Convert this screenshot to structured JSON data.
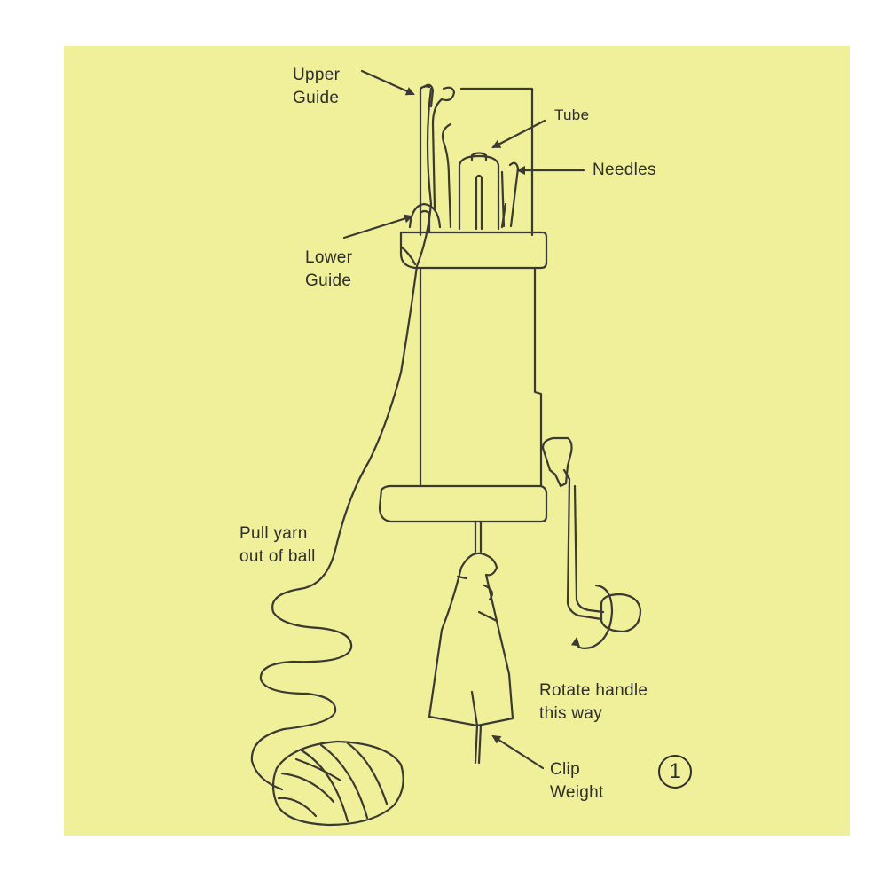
{
  "labels": {
    "upper_guide": [
      "Upper",
      "Guide"
    ],
    "tube": "Tube",
    "needles": "Needles",
    "lower_guide": [
      "Lower",
      "Guide"
    ],
    "pull_yarn": [
      "Pull yarn",
      "out of ball"
    ],
    "rotate_handle": [
      "Rotate handle",
      "this way"
    ],
    "clip_weight": [
      "Clip",
      "Weight"
    ]
  },
  "step_number": "1",
  "colors": {
    "background": "#f0ef9a",
    "line": "#3a3a33",
    "page": "#ffffff"
  }
}
